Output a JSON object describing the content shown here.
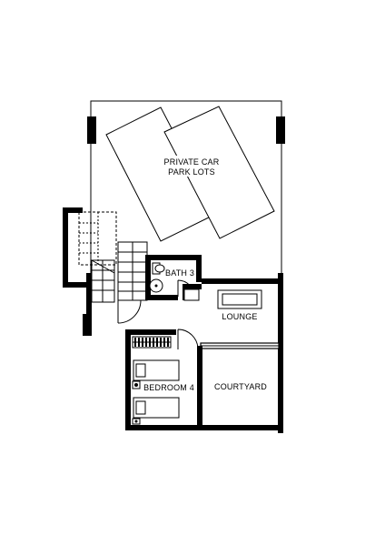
{
  "colors": {
    "ink": "#000000",
    "paper": "#ffffff"
  },
  "labels": {
    "carpark_line1": "PRIVATE CAR",
    "carpark_line2": "PARK LOTS",
    "bath": "BATH 3",
    "lounge": "LOUNGE",
    "bedroom": "BEDROOM 4",
    "courtyard": "COURTYARD"
  }
}
